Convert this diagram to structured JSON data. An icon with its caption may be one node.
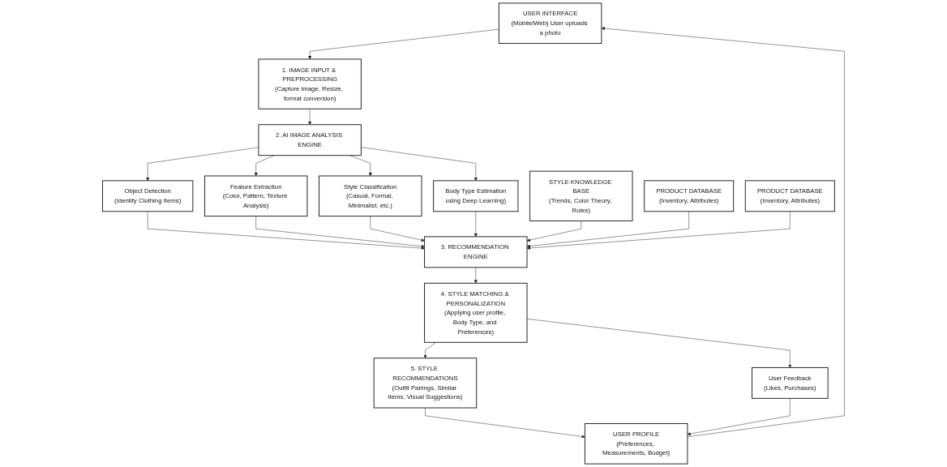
{
  "diagram": {
    "nodes": [
      {
        "text": [
          "USER INTERFACE",
          "(Mobile/Web) User uploads a photo"
        ]
      },
      {
        "text": [
          "1. IMAGE INPUT & PREPROCESSING",
          "(Capture image, Resize, format conversion)"
        ]
      },
      {
        "text": [
          "2. AI IMAGE ANALYSIS ENGINE"
        ]
      },
      {
        "text": [
          "Object Detection",
          "(Identify Clothing Items)"
        ]
      },
      {
        "text": [
          "Feature Extraction",
          "(Color, Pattern, Texture Analysis)"
        ]
      },
      {
        "text": [
          "Style Classification",
          "(Casual, Formal, Minimalist, etc.)"
        ]
      },
      {
        "text": [
          "Body Type Estimation",
          "using Deep Learning)"
        ]
      },
      {
        "text": [
          "USER PROFILE",
          "(Preferences, Measurements, Budget)"
        ]
      },
      {
        "text": [
          "STYLE KNOWLEDGE BASE",
          "(Trends, Color Theory, Rules)"
        ]
      },
      {
        "text": [
          "3. RECOMMENDATION ENGINE"
        ]
      },
      {
        "text": [
          "PRODUCT DATABASE",
          "(Inventory, Attributes)"
        ]
      },
      {
        "text": [
          "5. STYLE RECOMMENDATIONS",
          "(Outfit Pairings, Similar Items, Visual Suggestions)"
        ]
      },
      {
        "text": [
          "4. STYLE MATCHING & PERSONALIZATION",
          "(Applying user profile, Body Type, and Preferences)"
        ]
      },
      {
        "text": [
          "PRODUCT DATABASE",
          "(Inventory, Attributes)"
        ]
      },
      {
        "text": [
          "User Feedback",
          "(Likes, Purchases)"
        ]
      }
    ],
    "edges": [
      {
        "from": 0,
        "to": 1,
        "arrow": "to"
      },
      {
        "from": 1,
        "to": 2,
        "arrow": "to"
      },
      {
        "from": 2,
        "to": 3,
        "arrow": "to"
      },
      {
        "from": 2,
        "to": 4,
        "arrow": "to"
      },
      {
        "from": 2,
        "to": 5,
        "arrow": "to"
      },
      {
        "from": 2,
        "to": 6,
        "arrow": "to"
      },
      {
        "from": 3,
        "to": 9,
        "arrow": "to"
      },
      {
        "from": 4,
        "to": 9,
        "arrow": "to"
      },
      {
        "from": 5,
        "to": 9,
        "arrow": "to"
      },
      {
        "from": 6,
        "to": 9,
        "arrow": "to"
      },
      {
        "from": 7,
        "to": 0,
        "arrow": "to"
      },
      {
        "from": 8,
        "to": 9,
        "arrow": "to"
      },
      {
        "from": 10,
        "to": 9,
        "arrow": "to"
      },
      {
        "from": 13,
        "to": 9,
        "arrow": "to"
      },
      {
        "from": 9,
        "to": 12,
        "arrow": "to"
      },
      {
        "from": 12,
        "to": 11,
        "arrow": "to"
      },
      {
        "from": 11,
        "to": 7,
        "arrow": "to"
      },
      {
        "from": 12,
        "to": 14,
        "arrow": "to"
      },
      {
        "from": 14,
        "to": 7,
        "arrow": "to"
      }
    ]
  }
}
